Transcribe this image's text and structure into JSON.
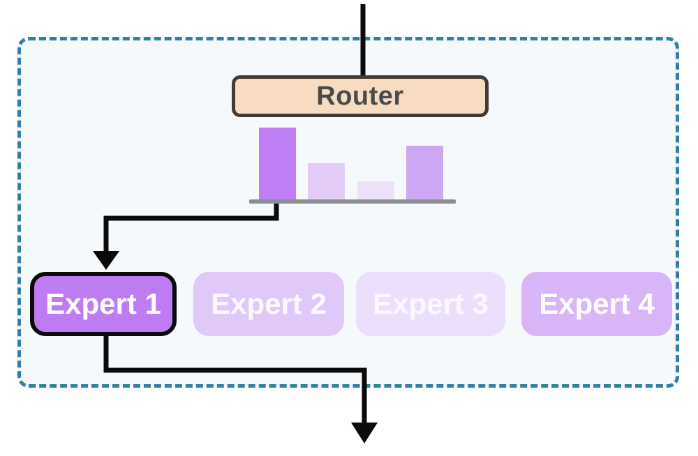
{
  "container": {
    "border_color": "#2F7FA7",
    "fill": "#F6F9FC"
  },
  "router": {
    "label": "Router",
    "fill": "#F7DCC2",
    "border_color": "#453A33",
    "text_color": "#4A4A4A"
  },
  "chart_data": {
    "type": "bar",
    "title": "",
    "xlabel": "",
    "ylabel": "",
    "categories": [
      "Expert 1",
      "Expert 2",
      "Expert 3",
      "Expert 4"
    ],
    "values": [
      0.4,
      0.2,
      0.1,
      0.3
    ],
    "ylim": [
      0,
      0.4
    ],
    "grid": false,
    "legend": "none",
    "bar_colors": [
      "#C07EF4",
      "#E3CDF8",
      "#EDE1FA",
      "#CEA7F4"
    ],
    "baseline_color": "#8A8D92"
  },
  "experts": [
    {
      "label": "Expert 1",
      "fill": "#BE7BF2",
      "text_color": "#FFFFFF",
      "selected": true,
      "border_color": "#0B0B0B"
    },
    {
      "label": "Expert 2",
      "fill": "#E0C9F8",
      "text_color": "#FBF7FE",
      "selected": false
    },
    {
      "label": "Expert 3",
      "fill": "#ECDFFB",
      "text_color": "#FBF7FE",
      "selected": false
    },
    {
      "label": "Expert 4",
      "fill": "#D8B5F7",
      "text_color": "#FFFFFF",
      "selected": false
    }
  ],
  "arrows": {
    "color": "#0A0A0A"
  }
}
